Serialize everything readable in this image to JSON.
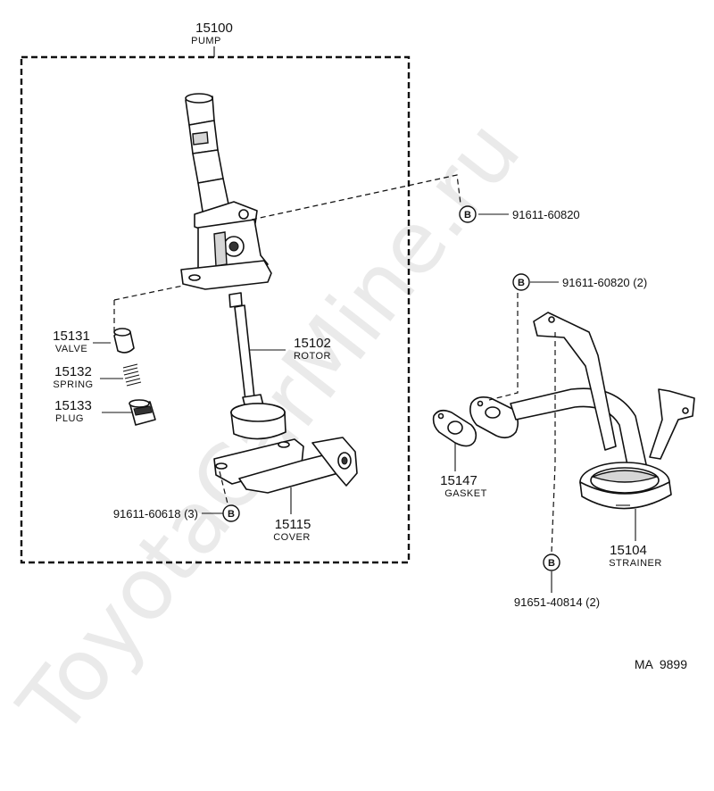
{
  "watermark": "ToyotaCarMine.ru",
  "drawing_code": "MA  9899",
  "pump": {
    "number": "15100",
    "caption": "PUMP"
  },
  "rotor": {
    "number": "15102",
    "caption": "ROTOR"
  },
  "valve": {
    "number": "15131",
    "caption": "VALVE"
  },
  "spring": {
    "number": "15132",
    "caption": "SPRING"
  },
  "plug": {
    "number": "15133",
    "caption": "PLUG"
  },
  "cover": {
    "number": "15115",
    "caption": "COVER"
  },
  "gasket": {
    "number": "15147",
    "caption": "GASKET"
  },
  "strainer": {
    "number": "15104",
    "caption": "STRAINER"
  },
  "bolts": {
    "symbol": "B",
    "pump_bolt": "91611-60820",
    "strainer_bolt": "91611-60820 (2)",
    "cover_bolt": "91611-60618 (3)",
    "strainer_nut": "91651-40814 (2)"
  }
}
